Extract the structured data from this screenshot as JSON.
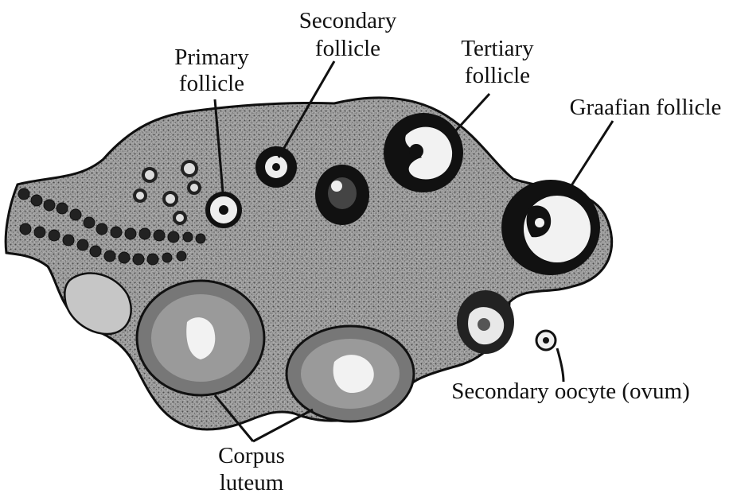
{
  "diagram": {
    "labels": {
      "primary": [
        "Primary",
        "follicle"
      ],
      "secondary": [
        "Secondary",
        "follicle"
      ],
      "tertiary": [
        "Tertiary",
        "follicle"
      ],
      "graafian": "Graafian follicle",
      "oocyte": "Secondary oocyte (ovum)",
      "corpus": [
        "Corpus",
        "luteum"
      ]
    },
    "colors": {
      "ink": "#111111",
      "stroma": "#a9a9a9",
      "stroma_dark": "#6e6e6e",
      "cavity": "#f2f2f2"
    }
  }
}
